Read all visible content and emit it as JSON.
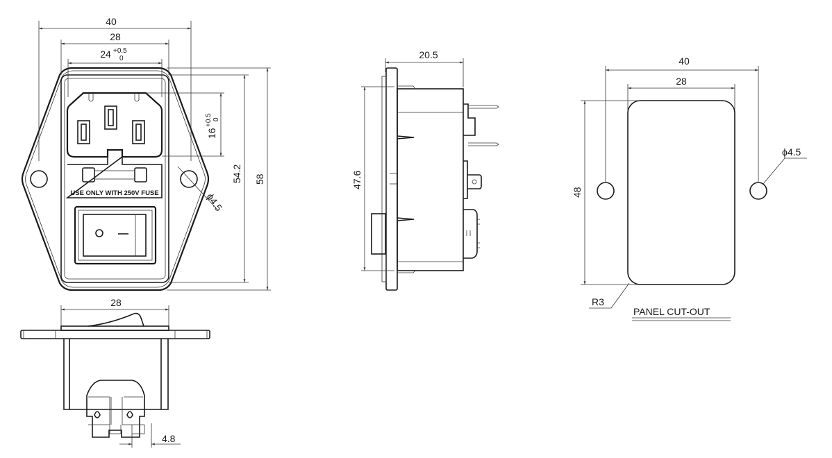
{
  "front_view": {
    "dim_overall_width": "40",
    "dim_inner_width": "28",
    "dim_receptacle_width": "24",
    "dim_receptacle_width_tol_upper": "+0.5",
    "dim_receptacle_width_tol_lower": "0",
    "dim_receptacle_height": "16",
    "dim_receptacle_height_tol_upper": "+0.5",
    "dim_receptacle_height_tol_lower": "0",
    "dim_inner_height": "54.2",
    "dim_overall_height": "58",
    "dim_hole_diameter": "ϕ4.5",
    "fuse_label": "USE ONLY WITH 250V FUSE"
  },
  "side_view": {
    "dim_depth": "20.5",
    "dim_body_height": "47.6"
  },
  "bottom_view": {
    "dim_width": "28",
    "dim_pin_pitch": "4.8"
  },
  "panel_cutout": {
    "dim_hole_spacing": "40",
    "dim_cutout_width": "28",
    "dim_cutout_height": "48",
    "dim_hole_diameter": "ϕ4.5",
    "dim_corner_radius": "R3",
    "title": "PANEL CUT-OUT"
  }
}
